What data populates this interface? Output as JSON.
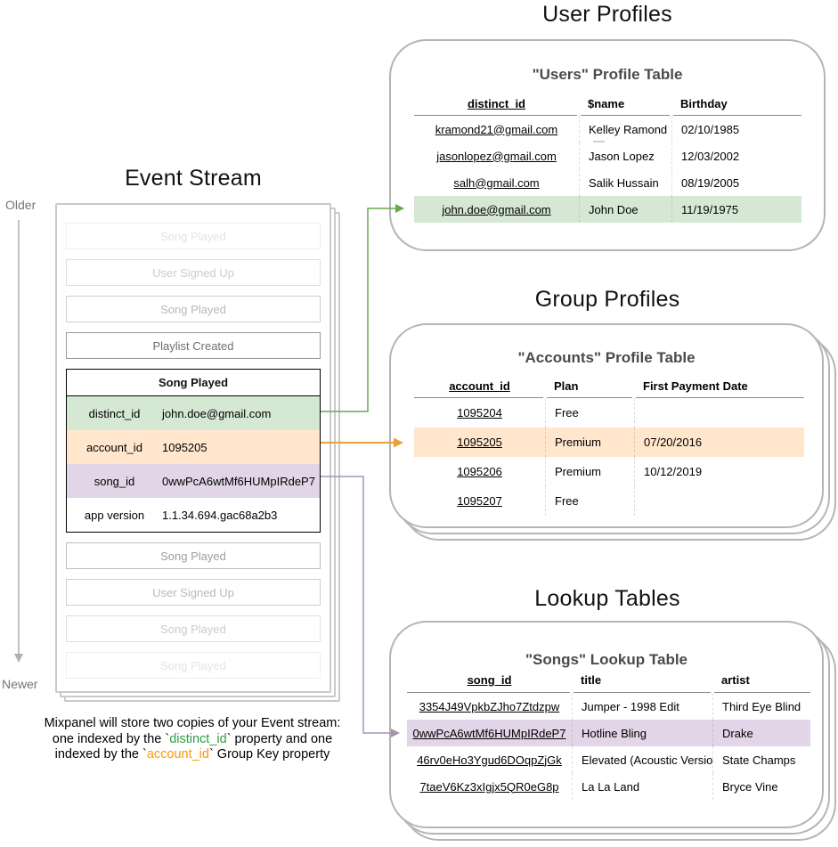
{
  "colors": {
    "green_fill": "#d5e8d4",
    "orange_fill": "#ffe6cc",
    "purple_fill": "#e1d5e7",
    "green_arrow": "#6aa84f",
    "orange_arrow": "#e9a23b",
    "purple_arrow": "#a593b5",
    "gray_arrow": "#b0b0b0",
    "green_text": "#2e9e44",
    "orange_text": "#ff9900"
  },
  "timeline": {
    "older_label": "Older",
    "newer_label": "Newer"
  },
  "event_stream": {
    "title": "Event Stream",
    "events_before": [
      {
        "label": "Song Played",
        "fade": 4
      },
      {
        "label": "User Signed Up",
        "fade": 3
      },
      {
        "label": "Song Played",
        "fade": 2
      },
      {
        "label": "Playlist Created",
        "fade": 0
      }
    ],
    "detail_card": {
      "title": "Song Played",
      "properties": [
        {
          "key": "distinct_id",
          "value": "john.doe@gmail.com",
          "bg": "colors.green_fill"
        },
        {
          "key": "account_id",
          "value": "1095205",
          "bg": "colors.orange_fill"
        },
        {
          "key": "song_id",
          "value": "0wwPcA6wtMf6HUMpIRdeP7",
          "bg": "colors.purple_fill"
        },
        {
          "key": "app version",
          "value": "1.1.34.694.gac68a2b3",
          "bg": null
        }
      ]
    },
    "events_after": [
      {
        "label": "Song Played",
        "fade": 1
      },
      {
        "label": "User Signed Up",
        "fade": 2
      },
      {
        "label": "Song Played",
        "fade": 3
      },
      {
        "label": "Song Played",
        "fade": 4
      }
    ]
  },
  "caption": {
    "line1": "Mixpanel will store two copies of your Event stream:",
    "line2": [
      "one indexed by the `",
      "distinct_id",
      "` property and one"
    ],
    "line3": [
      "indexed by the `",
      "account_id",
      "` Group Key property"
    ]
  },
  "user_profiles": {
    "section_title": "User Profiles",
    "card_title": "\"Users\" Profile Table",
    "columns": [
      "distinct_id",
      "$name",
      "Birthday"
    ],
    "rows": [
      [
        "kramond21@gmail.com",
        "Kelley Ramond",
        "02/10/1985"
      ],
      [
        "jasonlopez@gmail.com",
        "Jason Lopez",
        "12/03/2002"
      ],
      [
        "salh@gmail.com",
        "Salik Hussain",
        "08/19/2005"
      ],
      [
        "john.doe@gmail.com",
        "John Doe",
        "11/19/1975"
      ]
    ],
    "highlight_row": 3,
    "highlight_color": "#d5e8d4"
  },
  "group_profiles": {
    "section_title": "Group Profiles",
    "card_title": "\"Accounts\" Profile Table",
    "columns": [
      "account_id",
      "Plan",
      "First Payment Date"
    ],
    "rows": [
      [
        "1095204",
        "Free",
        ""
      ],
      [
        "1095205",
        "Premium",
        "07/20/2016"
      ],
      [
        "1095206",
        "Premium",
        "10/12/2019"
      ],
      [
        "1095207",
        "Free",
        ""
      ]
    ],
    "highlight_row": 1,
    "highlight_color": "#ffe6cc"
  },
  "lookup_tables": {
    "section_title": "Lookup Tables",
    "card_title": "\"Songs\" Lookup Table",
    "columns": [
      "song_id",
      "title",
      "artist"
    ],
    "rows": [
      [
        "3354J49VpkbZJho7Ztdzpw",
        "Jumper - 1998 Edit",
        "Third Eye Blind"
      ],
      [
        "0wwPcA6wtMf6HUMpIRdeP7",
        "Hotline Bling",
        "Drake"
      ],
      [
        "46rv0eHo3Ygud6DOqpZjGk",
        "Elevated (Acoustic Version)",
        "State Champs"
      ],
      [
        "7taeV6Kz3xIgjx5QR0eG8p",
        "La La Land",
        "Bryce Vine"
      ]
    ],
    "highlight_row": 1,
    "highlight_color": "#e1d5e7"
  }
}
